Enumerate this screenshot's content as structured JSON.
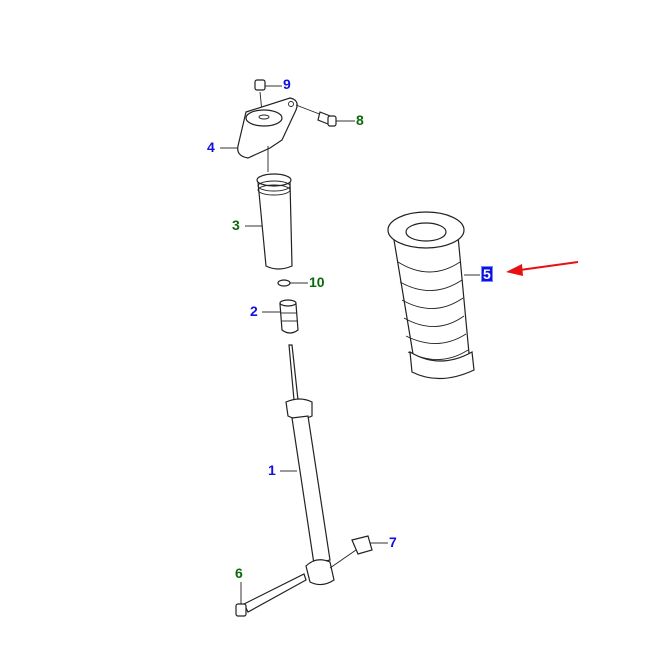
{
  "diagram": {
    "callouts": [
      {
        "id": "1",
        "color": "#1010e0"
      },
      {
        "id": "2",
        "color": "#1010e0"
      },
      {
        "id": "3",
        "color": "#0a6a0a"
      },
      {
        "id": "4",
        "color": "#1010e0"
      },
      {
        "id": "5",
        "color": "#1010e0",
        "highlighted": true
      },
      {
        "id": "6",
        "color": "#0a6a0a"
      },
      {
        "id": "7",
        "color": "#1010e0"
      },
      {
        "id": "8",
        "color": "#0a6a0a"
      },
      {
        "id": "9",
        "color": "#1010e0"
      },
      {
        "id": "10",
        "color": "#0a6a0a"
      }
    ],
    "arrow_color": "#e81010"
  }
}
